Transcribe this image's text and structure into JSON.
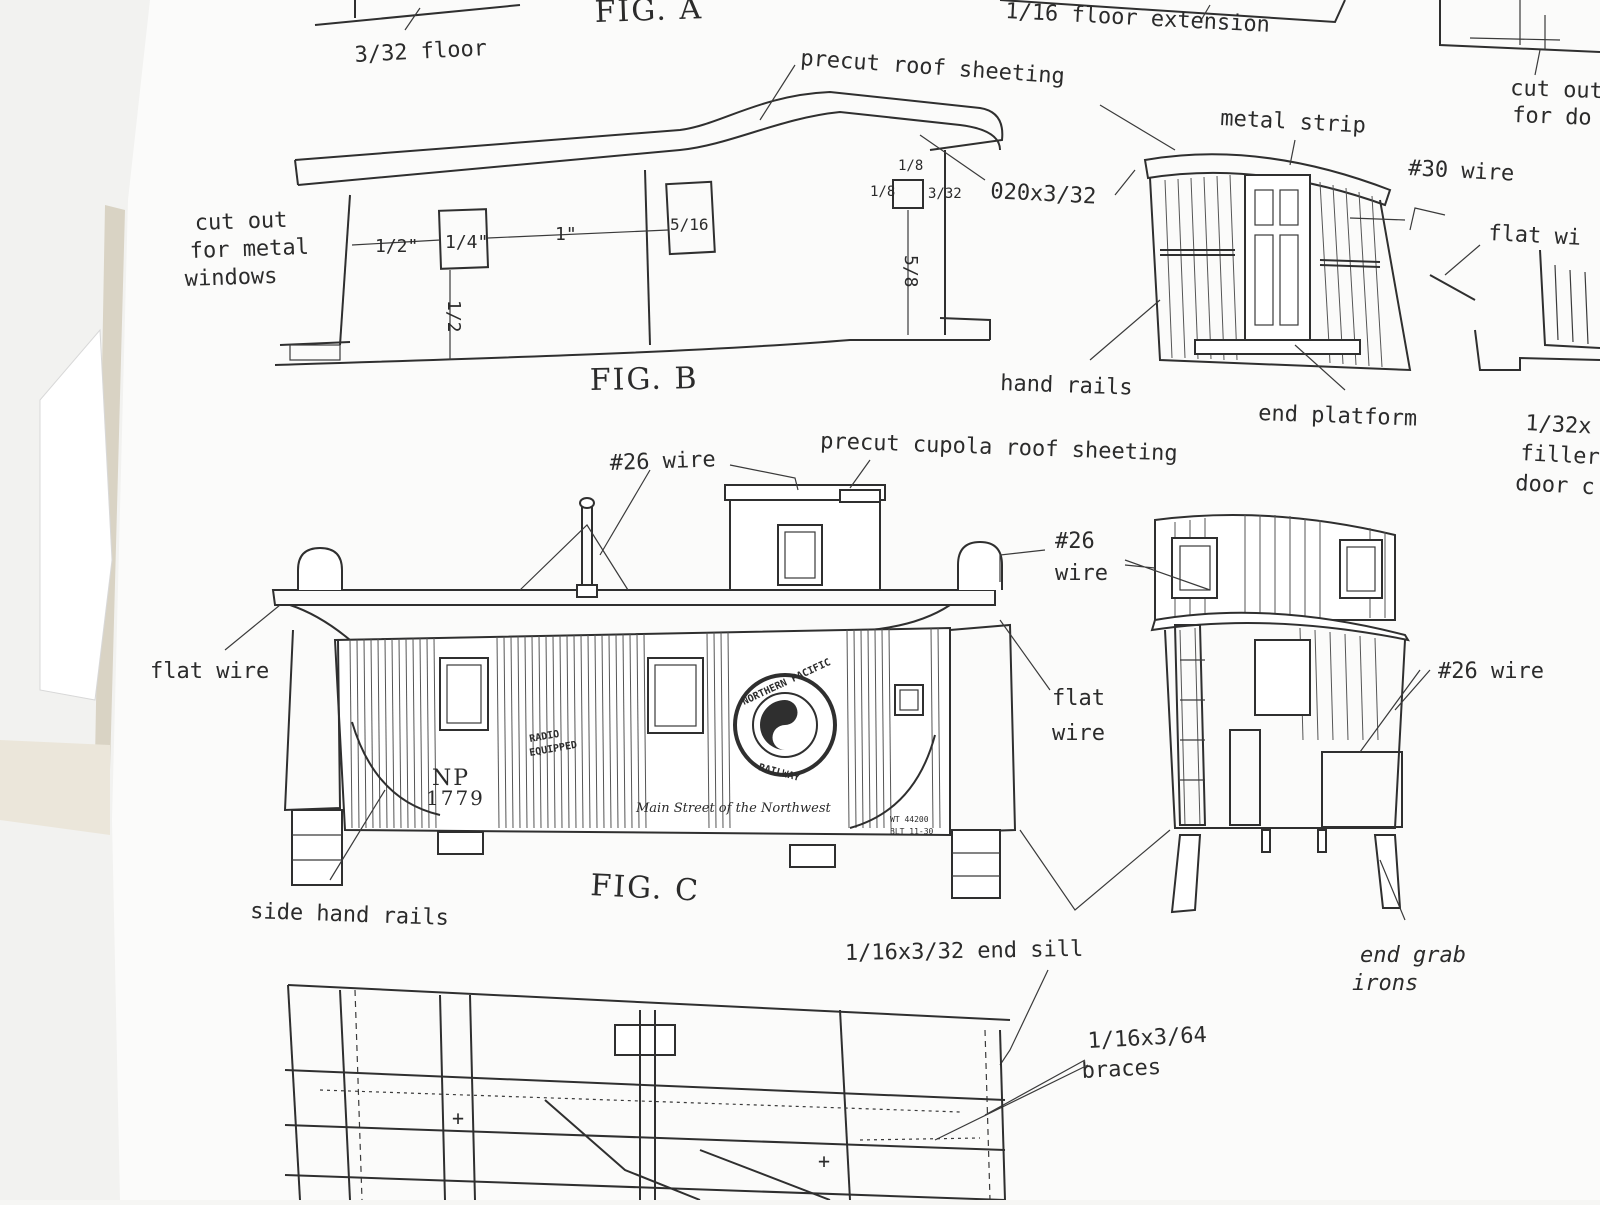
{
  "labels": {
    "floor_332": "3/32 floor",
    "fig_a": "FIG. A",
    "floor_ext": "1/16 floor extension",
    "cut_out_for_do": "cut out",
    "cut_out_for_do2": "for do",
    "precut_roof": "precut roof sheeting",
    "metal_strip": "metal strip",
    "wire30": "#30 wire",
    "flat_wire_top": "flat wi",
    "cut_out": "cut out",
    "for_metal": "for metal",
    "windows": "windows",
    "dim_020": "020x3/32",
    "dim_half_1": "1/2\"",
    "dim_quarter": "1/4\"",
    "dim_one": "1\"",
    "dim_516": "5/16",
    "dim_58": "5/8",
    "dim_half_2": "1/2",
    "dim_18a": "1/8",
    "dim_18b": "1/8",
    "dim_332": "3/32",
    "fig_b": "FIG. B",
    "hand_rails": "hand rails",
    "end_platform": "end platform",
    "filler_1": "1/32x",
    "filler_2": "filler",
    "filler_3": "door c",
    "wire26_top": "#26 wire",
    "precut_cupola": "precut cupola roof sheeting",
    "wire26_b1": "#26",
    "wire26_b2": "wire",
    "flat_wire_left": "flat wire",
    "flat_wire_r1": "flat",
    "flat_wire_r2": "wire",
    "wire26_right": "#26 wire",
    "np": "NP",
    "car_number": "1779",
    "radio_1": "RADIO",
    "radio_2": "EQUIPPED",
    "logo_top": "NORTHERN PACIFIC",
    "logo_bottom": "RAILWAY",
    "slogan": "Main Street of the Northwest",
    "wt": "WT 44200",
    "blt": "BLT 11-30",
    "fig_c": "FIG. C",
    "side_hand_rails": "side hand rails",
    "end_sill": "1/16x3/32 end sill",
    "end_grab_1": "end grab",
    "end_grab_2": "irons",
    "braces_1": "1/16x3/64",
    "braces_2": "braces"
  }
}
